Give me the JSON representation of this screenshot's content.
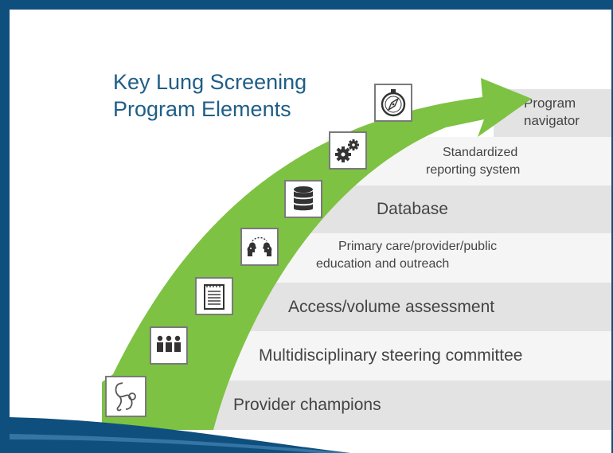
{
  "title": {
    "line1": "Key Lung Screening",
    "line2": "Program Elements"
  },
  "colors": {
    "frame": "#0f4f7d",
    "title": "#1f5e87",
    "arrow": "#7dc242",
    "band_dark": "#e3e3e3",
    "band_light": "#f5f5f5",
    "text": "#444444",
    "icon_border": "#7a7a7a"
  },
  "steps": [
    {
      "label": "Provider champions",
      "icon": "stethoscope-icon"
    },
    {
      "label": "Multidisciplinary steering committee",
      "icon": "people-group-icon"
    },
    {
      "label": "Access/volume assessment",
      "icon": "notepad-icon"
    },
    {
      "label_line1": "Primary care/provider/public",
      "label_line2": "education and outreach",
      "icon": "heads-exchange-icon"
    },
    {
      "label": "Database",
      "icon": "database-icon"
    },
    {
      "label_line1": "Standardized",
      "label_line2": "reporting system",
      "icon": "gears-icon"
    },
    {
      "label_line1": "Program",
      "label_line2": "navigator",
      "icon": "compass-icon"
    }
  ]
}
